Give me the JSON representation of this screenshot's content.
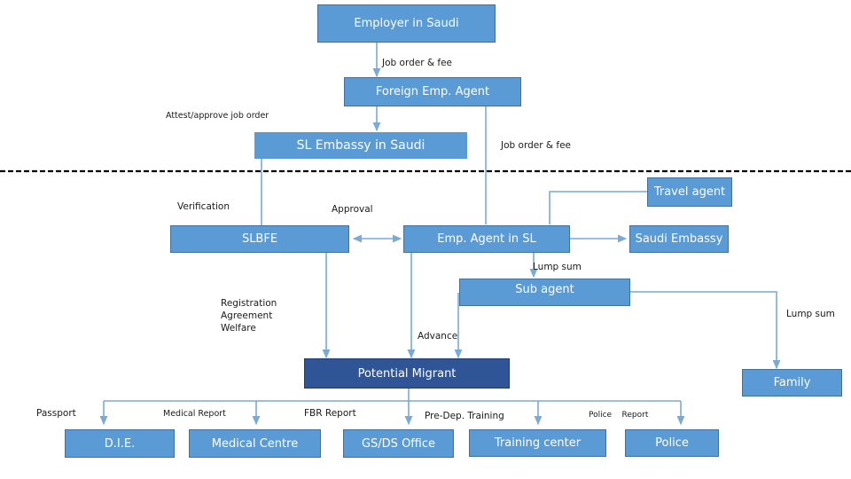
{
  "diagram": {
    "nodes": {
      "employer_saudi": "Employer in Saudi",
      "foreign_emp_agent": "Foreign Emp. Agent",
      "sl_embassy_saudi": "SL Embassy in Saudi",
      "travel_agent": "Travel  agent",
      "slbfe": "SLBFE",
      "emp_agent_sl": "Emp. Agent in SL",
      "saudi_embassy": "Saudi Embassy",
      "sub_agent": "Sub agent",
      "potential_migrant": "Potential Migrant",
      "family": "Family",
      "die": "D.I.E.",
      "medical_centre": "Medical Centre",
      "gs_ds_office": "GS/DS Office",
      "training_center": "Training center",
      "police": "Police"
    },
    "labels": {
      "job_order_fee_1": "Job order &  fee",
      "attest_approve": "Attest/approve  job order",
      "job_order_fee_2": "Job order &  fee",
      "verification": "Verification",
      "approval": "Approval",
      "lump_sum_1": "Lump sum",
      "registration": "Registration\nAgreement\nWelfare",
      "lump_sum_2": "Lump sum",
      "advance": "Advance",
      "passport": "Passport",
      "medical_report": "Medical Report",
      "fbr_report": "FBR  Report",
      "pre_dep_training": "Pre-Dep. Training",
      "police_report": "Police    Report"
    }
  },
  "colors": {
    "box_fill": "#5b9bd5",
    "box_dark_fill": "#2f5597",
    "line": "#7aaad8",
    "divider": "#000000"
  }
}
